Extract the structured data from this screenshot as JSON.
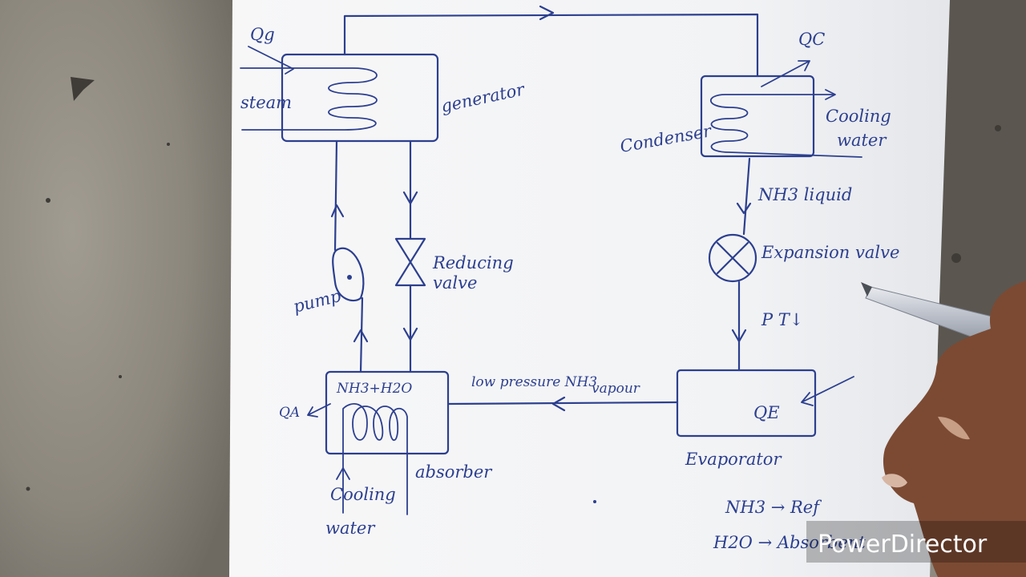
{
  "diagram": {
    "generator": {
      "label": "generator",
      "heat_label": "Qg",
      "steam_label": "steam"
    },
    "condenser": {
      "label": "Condenser",
      "heat_label": "QC",
      "cooling_label": "Cooling",
      "cooling_label_2": "water"
    },
    "liquid_line": {
      "label": "NH3 liquid"
    },
    "expansion_valve": {
      "label": "Expansion valve"
    },
    "pt_note": {
      "label": "P T↓"
    },
    "evaporator": {
      "label": "Evaporator",
      "heat_label": "QE"
    },
    "vapour_line": {
      "label_1": "low pressure NH3",
      "label_2": "vapour"
    },
    "absorber": {
      "label": "absorber",
      "content_label": "NH3+H2O",
      "heat_label": "QA",
      "cooling_label": "Cooling",
      "cooling_label_2": "water"
    },
    "pump": {
      "label": "pump"
    },
    "reducing_valve": {
      "label_1": "Reducing",
      "label_2": "valve"
    },
    "legend": [
      {
        "line": "NH3 → Ref"
      },
      {
        "line": "H2O → Absorbent"
      }
    ]
  },
  "watermark": {
    "text": "PowerDirector"
  },
  "colors": {
    "ink": "#2c3f8f",
    "paper": "#f4f5f6",
    "table": "#8f8a80"
  }
}
